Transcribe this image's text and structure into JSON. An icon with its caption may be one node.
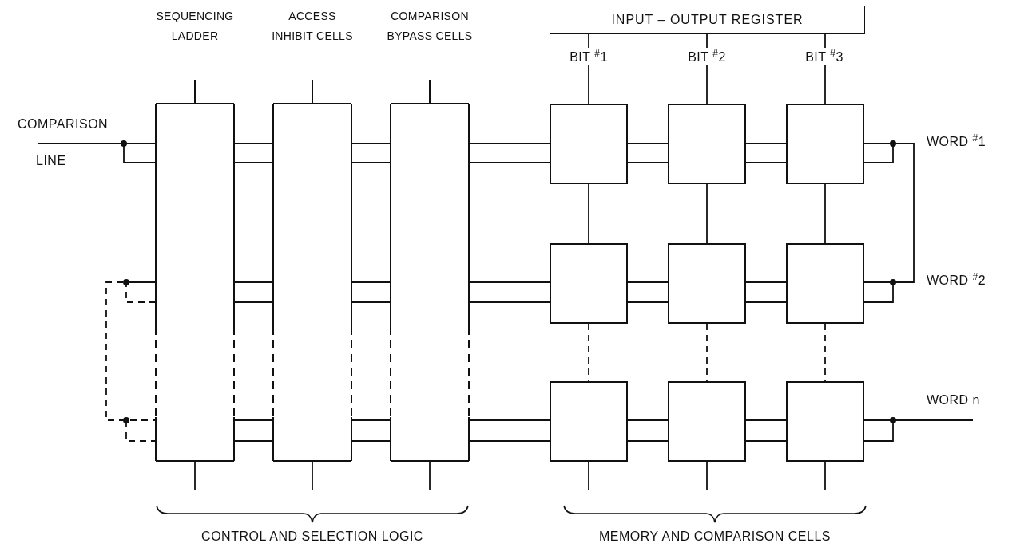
{
  "diagram": {
    "nodes": [
      {
        "text": [
          "INPUT – OUTPUT REGISTER"
        ]
      },
      {
        "text": [
          "SEQUENCING LADDER"
        ]
      },
      {
        "text": [
          "ACCESS INHIBIT CELLS"
        ]
      },
      {
        "text": [
          "COMPARISON BYPASS CELLS"
        ]
      },
      {
        "text": [],
        "shape": "box"
      },
      {
        "text": [],
        "shape": "box"
      },
      {
        "text": [],
        "shape": "box"
      },
      {
        "text": [],
        "shape": "box"
      },
      {
        "text": [],
        "shape": "box"
      },
      {
        "text": [],
        "shape": "box"
      },
      {
        "text": [],
        "shape": "box"
      },
      {
        "text": [],
        "shape": "box"
      },
      {
        "text": [],
        "shape": "box"
      }
    ],
    "edges": [
      {
        "from": null,
        "to": 1,
        "arrow": "none"
      },
      {
        "from": 1,
        "to": 1,
        "arrow": "none",
        "style": "dashed"
      },
      {
        "from": 1,
        "to": 2,
        "arrow": "none"
      },
      {
        "from": 1,
        "to": 2,
        "arrow": "none"
      },
      {
        "from": 1,
        "to": 2,
        "arrow": "none"
      },
      {
        "from": 1,
        "to": 2,
        "arrow": "none"
      },
      {
        "from": 1,
        "to": 2,
        "arrow": "none"
      },
      {
        "from": 1,
        "to": 2,
        "arrow": "none"
      },
      {
        "from": 2,
        "to": 3,
        "arrow": "none"
      },
      {
        "from": 2,
        "to": 3,
        "arrow": "none"
      },
      {
        "from": 2,
        "to": 3,
        "arrow": "none"
      },
      {
        "from": 2,
        "to": 3,
        "arrow": "none"
      },
      {
        "from": 2,
        "to": 3,
        "arrow": "none"
      },
      {
        "from": 2,
        "to": 3,
        "arrow": "none"
      },
      {
        "from": 3,
        "to": 4,
        "arrow": "none"
      },
      {
        "from": 3,
        "to": 4,
        "arrow": "none"
      },
      {
        "from": 3,
        "to": 7,
        "arrow": "none"
      },
      {
        "from": 3,
        "to": 7,
        "arrow": "none"
      },
      {
        "from": 3,
        "to": 10,
        "arrow": "none"
      },
      {
        "from": 3,
        "to": 10,
        "arrow": "none"
      },
      {
        "from": 4,
        "to": 5,
        "arrow": "none"
      },
      {
        "from": 4,
        "to": 5,
        "arrow": "none"
      },
      {
        "from": 5,
        "to": 6,
        "arrow": "none"
      },
      {
        "from": 5,
        "to": 6,
        "arrow": "none"
      },
      {
        "from": 7,
        "to": 8,
        "arrow": "none"
      },
      {
        "from": 7,
        "to": 8,
        "arrow": "none"
      },
      {
        "from": 8,
        "to": 9,
        "arrow": "none"
      },
      {
        "from": 8,
        "to": 9,
        "arrow": "none"
      },
      {
        "from": 10,
        "to": 11,
        "arrow": "none"
      },
      {
        "from": 10,
        "to": 11,
        "arrow": "none"
      },
      {
        "from": 11,
        "to": 12,
        "arrow": "none"
      },
      {
        "from": 11,
        "to": 12,
        "arrow": "none"
      },
      {
        "from": 0,
        "to": 4,
        "arrow": "none"
      },
      {
        "from": 0,
        "to": 5,
        "arrow": "none"
      },
      {
        "from": 0,
        "to": 6,
        "arrow": "none"
      },
      {
        "from": 4,
        "to": 7,
        "arrow": "none"
      },
      {
        "from": 5,
        "to": 8,
        "arrow": "none"
      },
      {
        "from": 6,
        "to": 9,
        "arrow": "none"
      },
      {
        "from": 7,
        "to": 10,
        "arrow": "none",
        "style": "dashed"
      },
      {
        "from": 8,
        "to": 11,
        "arrow": "none",
        "style": "dashed"
      },
      {
        "from": 9,
        "to": 12,
        "arrow": "none",
        "style": "dashed"
      },
      {
        "from": 6,
        "to": 9,
        "arrow": "none"
      },
      {
        "from": 12,
        "to": null,
        "arrow": "none"
      },
      {
        "from": 1,
        "to": null,
        "arrow": "none"
      },
      {
        "from": 2,
        "to": null,
        "arrow": "none"
      },
      {
        "from": 3,
        "to": null,
        "arrow": "none"
      },
      {
        "from": 10,
        "to": null,
        "arrow": "none"
      },
      {
        "from": 11,
        "to": null,
        "arrow": "none"
      },
      {
        "from": 12,
        "to": null,
        "arrow": "none"
      }
    ],
    "labels": [
      "COMPARISON",
      "LINE",
      "BIT $^{#}$1",
      "BIT $^{#}$2",
      "BIT $^{#}$3",
      "WORD $^{#}$1",
      "WORD $^{#}$2",
      "WORD n",
      "CONTROL AND SELECTION LOGIC",
      "MEMORY AND COMPARISON CELLS"
    ]
  }
}
